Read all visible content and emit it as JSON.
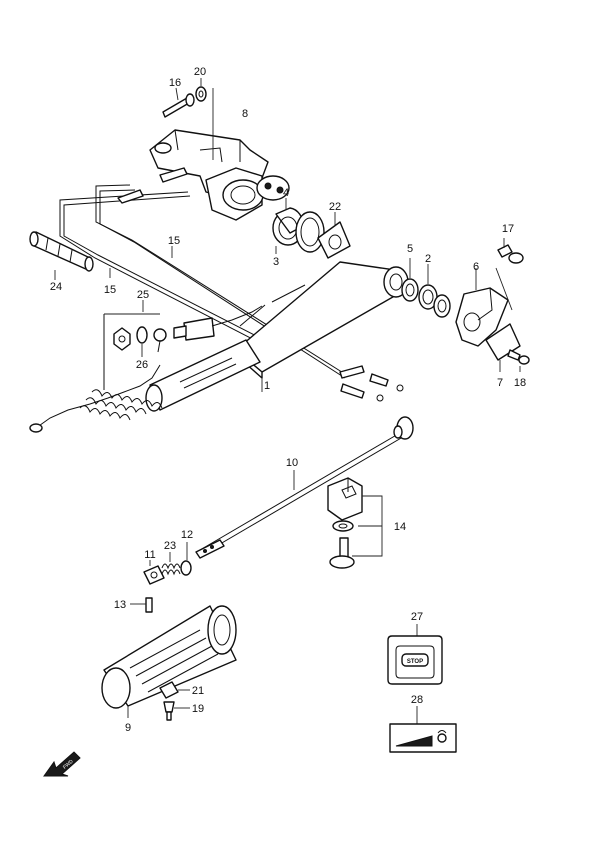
{
  "callouts": {
    "c1": "1",
    "c2": "2",
    "c3": "3",
    "c4": "4",
    "c5": "5",
    "c6": "6",
    "c7": "7",
    "c8": "8",
    "c9": "9",
    "c10": "10",
    "c11": "11",
    "c12": "12",
    "c13": "13",
    "c14": "14",
    "c15a": "15",
    "c15b": "15",
    "c16": "16",
    "c17": "17",
    "c18": "18",
    "c19": "19",
    "c20": "20",
    "c21": "21",
    "c22": "22",
    "c23": "23",
    "c24": "24",
    "c25": "25",
    "c26": "26",
    "c27": "27",
    "c28": "28"
  },
  "decal_stop_text": "STOP",
  "fwd_arrow_text": "FWD",
  "icons": {
    "fwd": "forward-arrow-icon",
    "stop": "stop-decal-icon",
    "throttle": "throttle-decal-icon"
  }
}
